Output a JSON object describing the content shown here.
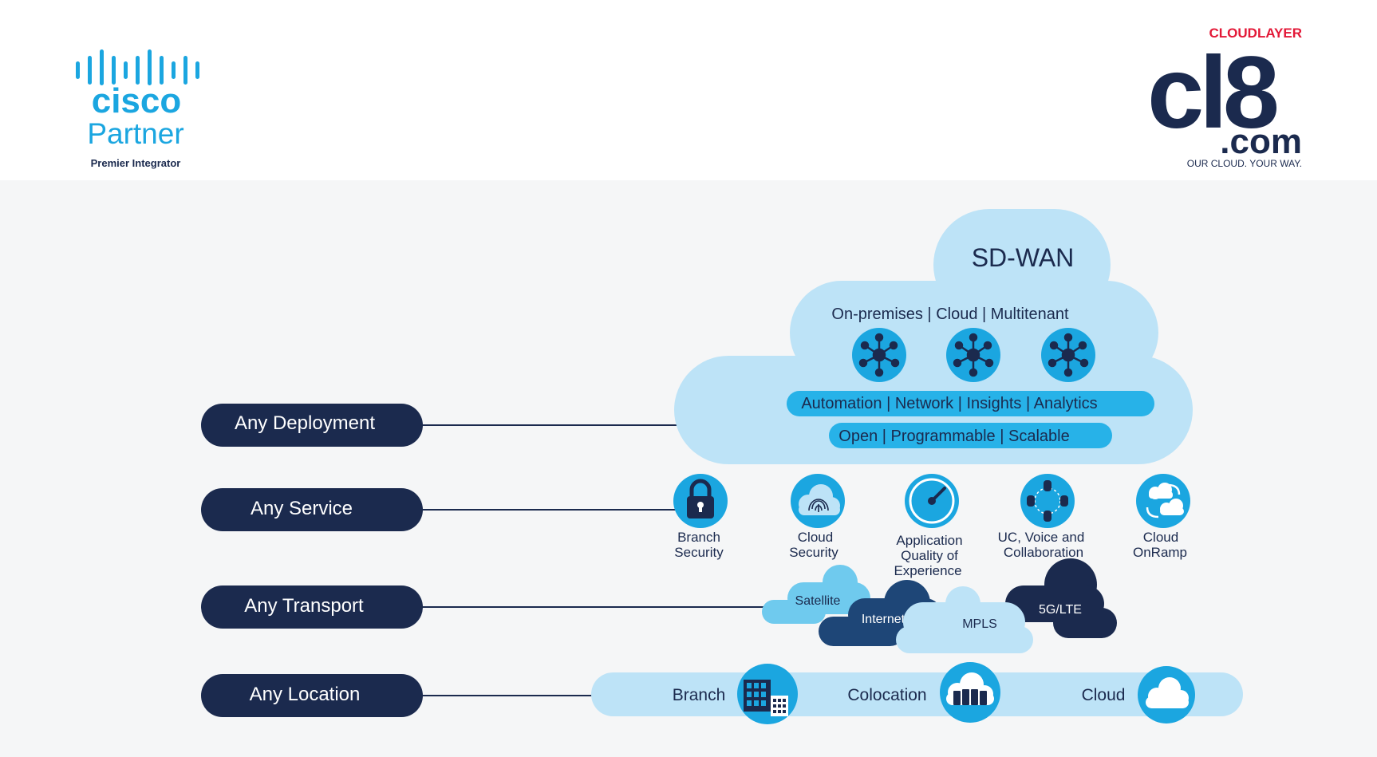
{
  "cisco_logo": {
    "wordmark": "cisco",
    "partner": "Partner",
    "tier": "Premier Integrator"
  },
  "cl8_logo": {
    "eyebrow": "CLOUDLAYER",
    "wordmark": "cl8",
    "domain": ".com",
    "tagline": "OUR CLOUD. YOUR WAY."
  },
  "colors": {
    "navy": "#1b2a4e",
    "light_cloud": "#bde3f7",
    "bright_blue": "#27b2e8",
    "cisco_blue": "#1ba6e0",
    "brand_red": "#e31837"
  },
  "rows": [
    {
      "label": "Any Deployment"
    },
    {
      "label": "Any Service"
    },
    {
      "label": "Any Transport"
    },
    {
      "label": "Any Location"
    }
  ],
  "sdwan": {
    "title": "SD-WAN",
    "subtitle": "On-premises | Cloud | Multitenant",
    "bar1": "Automation | Network | Insights | Analytics",
    "bar2": "Open | Programmable | Scalable",
    "node_icon": "network-hub-icon"
  },
  "services": [
    {
      "icon": "padlock-icon",
      "lines": [
        "Branch",
        "Security"
      ]
    },
    {
      "icon": "fingerprint-cloud-icon",
      "lines": [
        "Cloud",
        "Security"
      ]
    },
    {
      "icon": "gauge-icon",
      "lines": [
        "Application",
        "Quality of",
        "Experience"
      ]
    },
    {
      "icon": "people-network-icon",
      "lines": [
        "UC, Voice and",
        "Collaboration"
      ]
    },
    {
      "icon": "cloud-onramp-icon",
      "lines": [
        "Cloud",
        "OnRamp"
      ]
    }
  ],
  "transports": [
    "Satellite",
    "Internet",
    "MPLS",
    "5G/LTE"
  ],
  "locations": [
    {
      "label": "Branch",
      "icon": "building-icon"
    },
    {
      "label": "Colocation",
      "icon": "datacenter-cloud-icon"
    },
    {
      "label": "Cloud",
      "icon": "cloud-icon"
    }
  ]
}
